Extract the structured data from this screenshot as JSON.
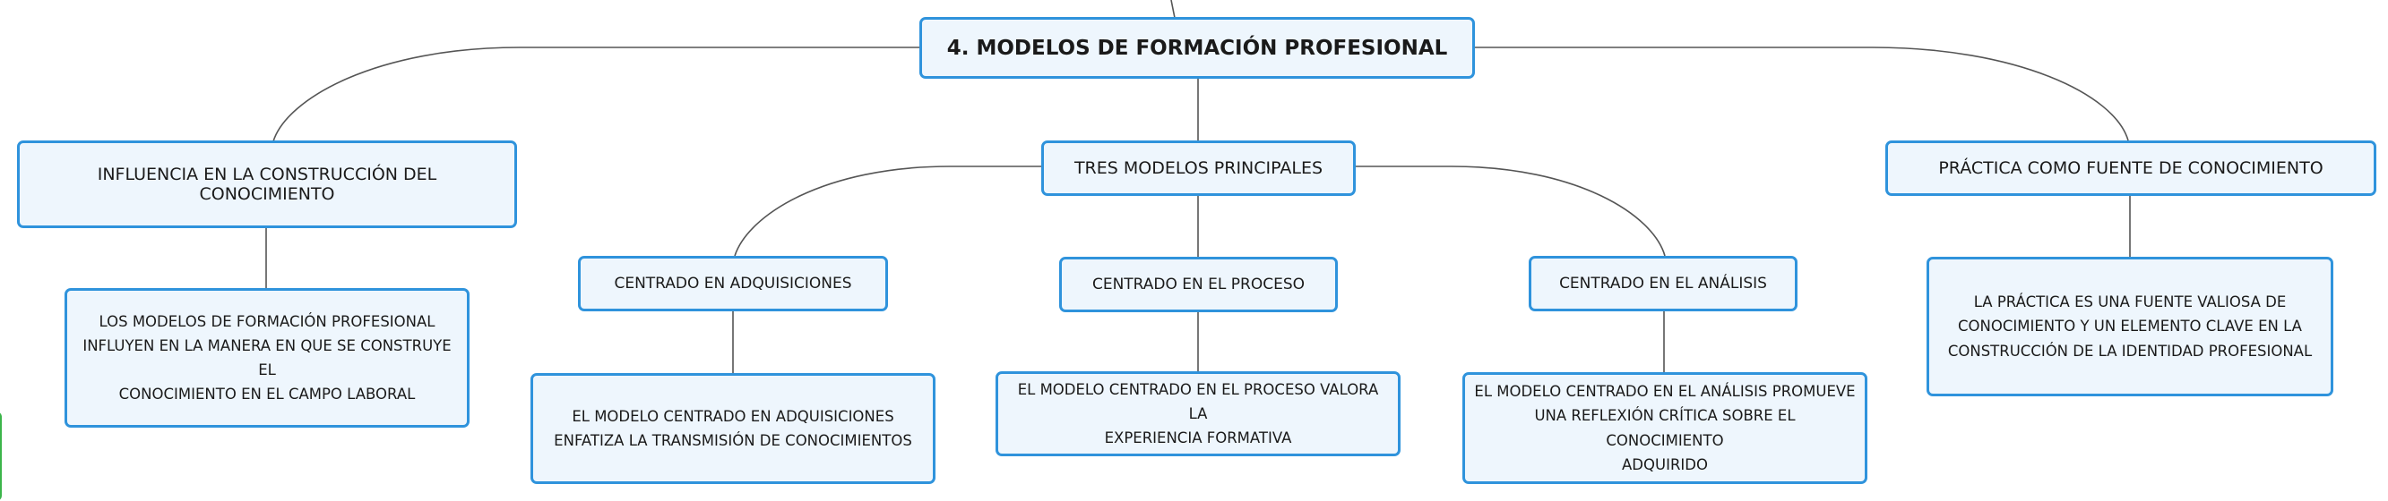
{
  "colors": {
    "node_border": "#2f93dc",
    "node_fill": "#eef6fd",
    "connector": "#555555"
  },
  "diagram": {
    "root": {
      "label": "4. MODELOS DE FORMACIÓN PROFESIONAL"
    },
    "influence": {
      "label": "INFLUENCIA EN LA CONSTRUCCIÓN DEL CONOCIMIENTO",
      "detail": [
        "LOS MODELOS DE FORMACIÓN PROFESIONAL",
        "INFLUYEN EN LA MANERA EN QUE SE CONSTRUYE EL",
        "CONOCIMIENTO EN EL CAMPO LABORAL"
      ]
    },
    "models": {
      "label": "TRES MODELOS PRINCIPALES",
      "acquisitions": {
        "label": "CENTRADO EN ADQUISICIONES",
        "detail": [
          "EL MODELO CENTRADO EN ADQUISICIONES",
          "ENFATIZA LA TRANSMISIÓN DE CONOCIMIENTOS"
        ]
      },
      "process": {
        "label": "CENTRADO EN EL PROCESO",
        "detail": [
          "EL MODELO CENTRADO EN EL PROCESO VALORA LA",
          "EXPERIENCIA FORMATIVA"
        ]
      },
      "analysis": {
        "label": "CENTRADO EN EL ANÁLISIS",
        "detail": [
          "EL MODELO CENTRADO EN EL ANÁLISIS PROMUEVE",
          "UNA REFLEXIÓN CRÍTICA SOBRE EL CONOCIMIENTO",
          "ADQUIRIDO"
        ]
      }
    },
    "practice": {
      "label": "PRÁCTICA COMO FUENTE DE CONOCIMIENTO",
      "detail": [
        "LA PRÁCTICA ES UNA FUENTE VALIOSA DE",
        "CONOCIMIENTO Y UN ELEMENTO CLAVE EN LA",
        "CONSTRUCCIÓN DE LA IDENTIDAD PROFESIONAL"
      ]
    }
  }
}
